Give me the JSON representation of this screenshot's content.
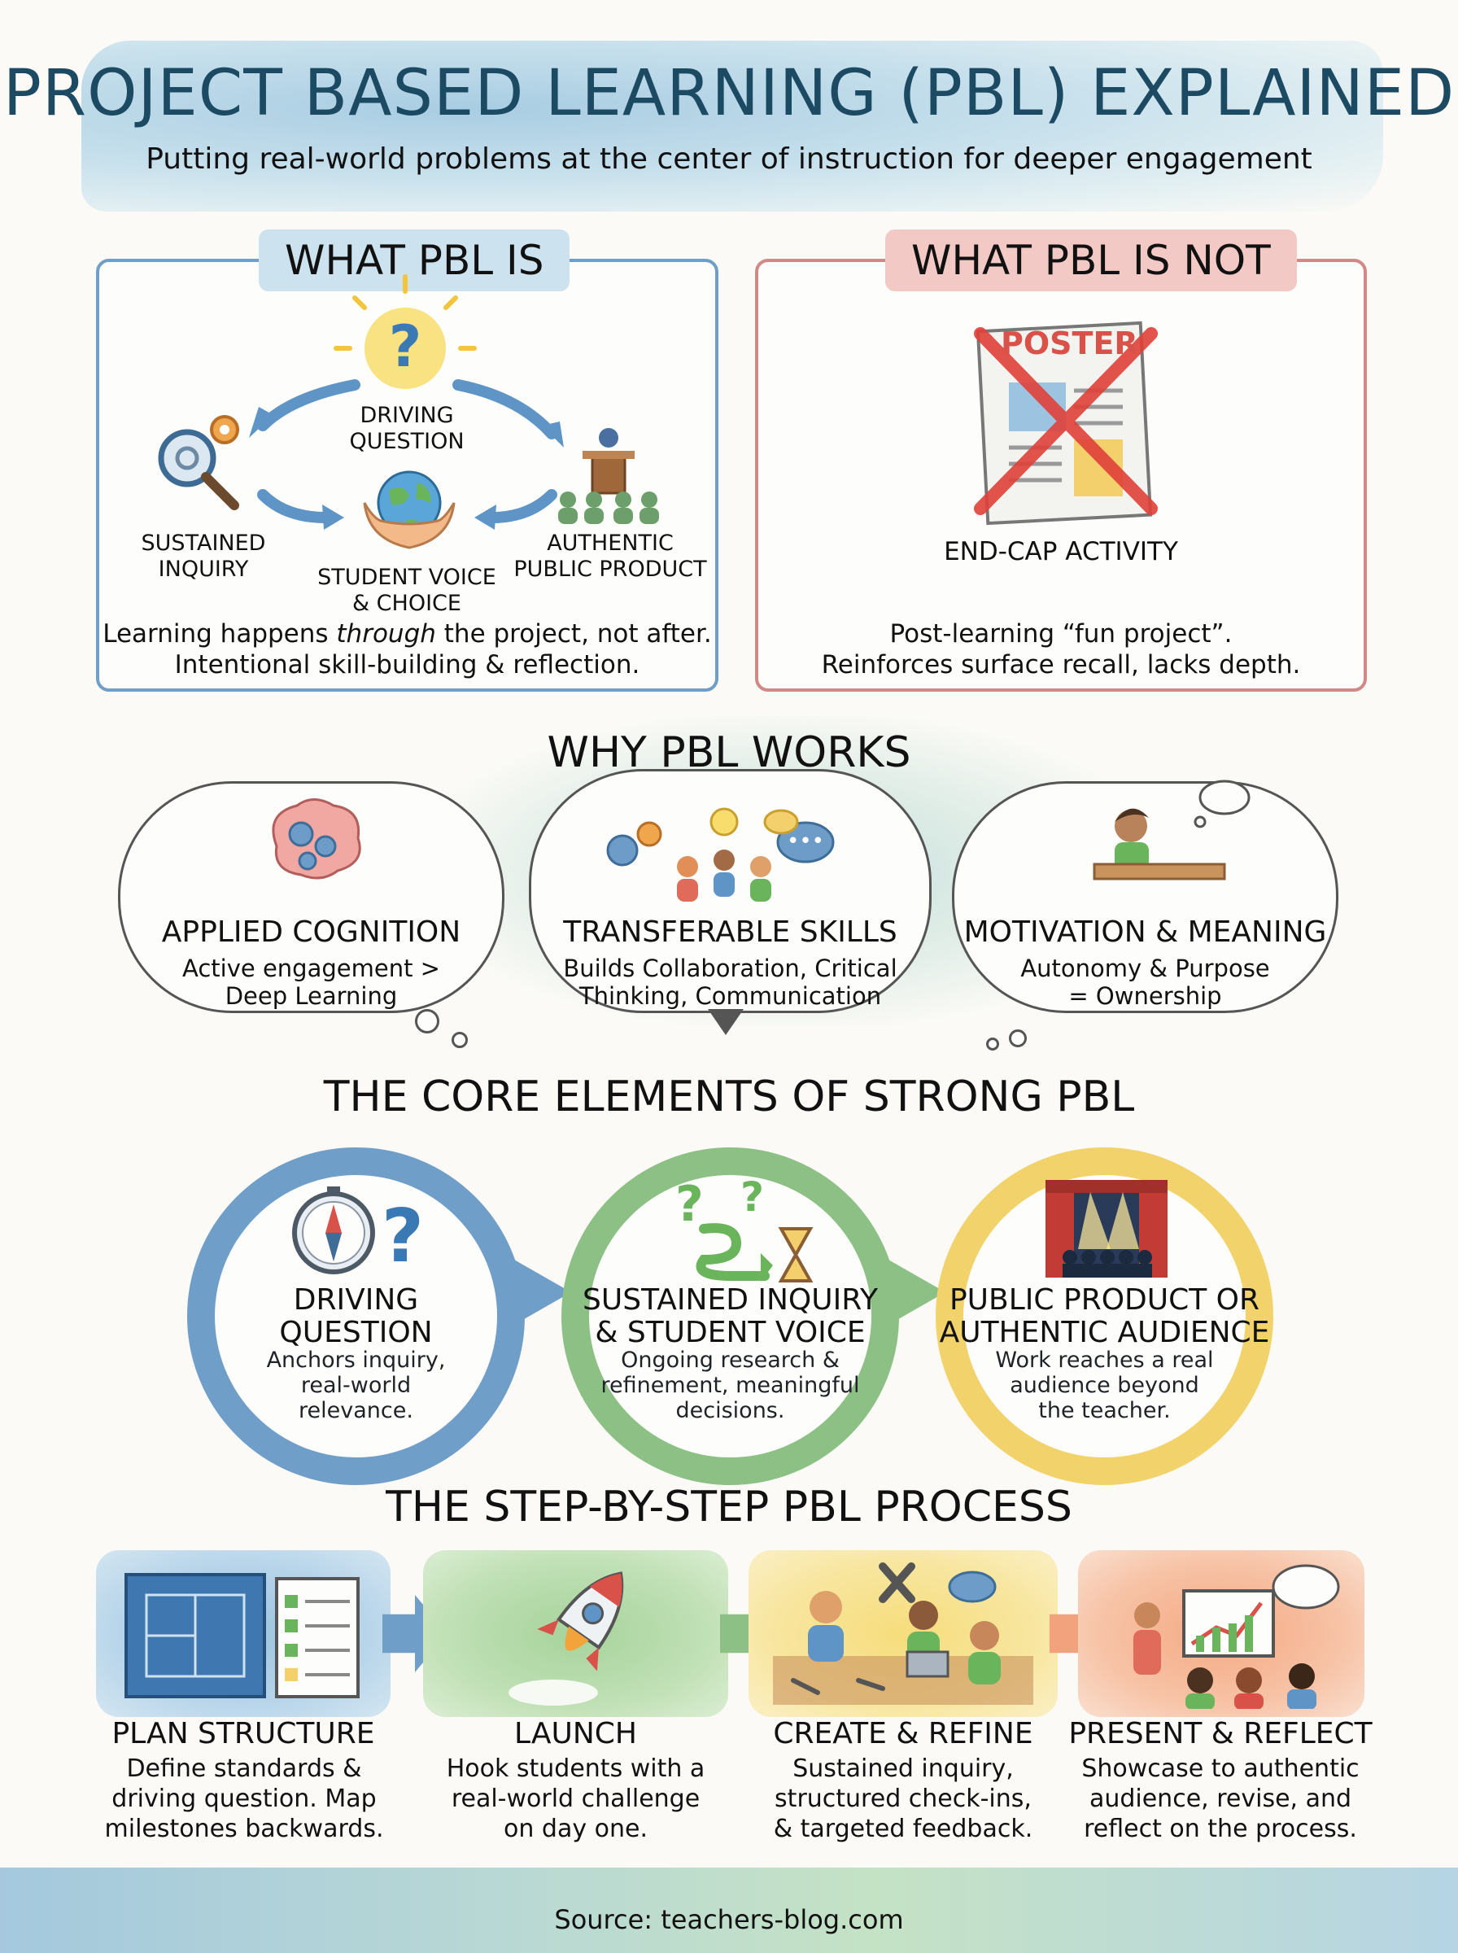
{
  "header": {
    "title": "PROJECT BASED LEARNING (PBL) EXPLAINED",
    "subtitle": "Putting real-world problems at the center of instruction for deeper engagement"
  },
  "what_is": {
    "heading": "WHAT PBL IS",
    "center_label_1": "DRIVING",
    "center_label_2": "QUESTION",
    "left_label_1": "SUSTAINED",
    "left_label_2": "INQUIRY",
    "bottom_label_1": "STUDENT VOICE",
    "bottom_label_2": "& CHOICE",
    "right_label_1": "AUTHENTIC",
    "right_label_2": "PUBLIC PRODUCT",
    "line1_pre": "Learning happens ",
    "line1_em": "through",
    "line1_post": " the project, not after.",
    "line2": "Intentional skill-building & reflection."
  },
  "what_not": {
    "heading": "WHAT PBL IS NOT",
    "poster_label": "POSTER",
    "caption": "END-CAP ACTIVITY",
    "line1": "Post-learning “fun project”.",
    "line2": "Reinforces surface recall, lacks depth."
  },
  "why": {
    "heading": "WHY PBL WORKS",
    "cards": [
      {
        "title": "APPLIED COGNITION",
        "desc1": "Active engagement >",
        "desc2": "Deep Learning"
      },
      {
        "title": "TRANSFERABLE SKILLS",
        "desc1": "Builds Collaboration, Critical",
        "desc2": "Thinking, Communication"
      },
      {
        "title": "MOTIVATION & MEANING",
        "desc1": "Autonomy & Purpose",
        "desc2": "= Ownership"
      }
    ]
  },
  "core": {
    "heading": "THE CORE ELEMENTS OF STRONG PBL",
    "items": [
      {
        "t1": "DRIVING",
        "t2": "QUESTION",
        "d1": "Anchors inquiry,",
        "d2": "real-world",
        "d3": "relevance."
      },
      {
        "t1": "SUSTAINED INQUIRY",
        "t2": "& STUDENT VOICE",
        "d1": "Ongoing research &",
        "d2": "refinement, meaningful",
        "d3": "decisions."
      },
      {
        "t1": "PUBLIC PRODUCT OR",
        "t2": "AUTHENTIC AUDIENCE",
        "d1": "Work reaches a real",
        "d2": "audience beyond",
        "d3": "the teacher."
      }
    ]
  },
  "process": {
    "heading": "THE STEP-BY-STEP PBL PROCESS",
    "steps": [
      {
        "title": "PLAN STRUCTURE",
        "d1": "Define standards &",
        "d2": "driving question. Map",
        "d3": "milestones backwards."
      },
      {
        "title": "LAUNCH",
        "d1": "Hook students with a",
        "d2": "real-world challenge",
        "d3": "on day one."
      },
      {
        "title": "CREATE & REFINE",
        "d1": "Sustained inquiry,",
        "d2": "structured check-ins,",
        "d3": "& targeted feedback."
      },
      {
        "title": "PRESENT & REFLECT",
        "d1": "Showcase to authentic",
        "d2": "audience, revise, and",
        "d3": "reflect on the process."
      }
    ]
  },
  "footer": {
    "source": "Source: teachers-blog.com"
  },
  "colors": {
    "blue": "#6f9fc8",
    "red": "#d08a86",
    "green": "#8cc084",
    "yellow": "#f2d36b",
    "orange": "#f0a77c"
  }
}
